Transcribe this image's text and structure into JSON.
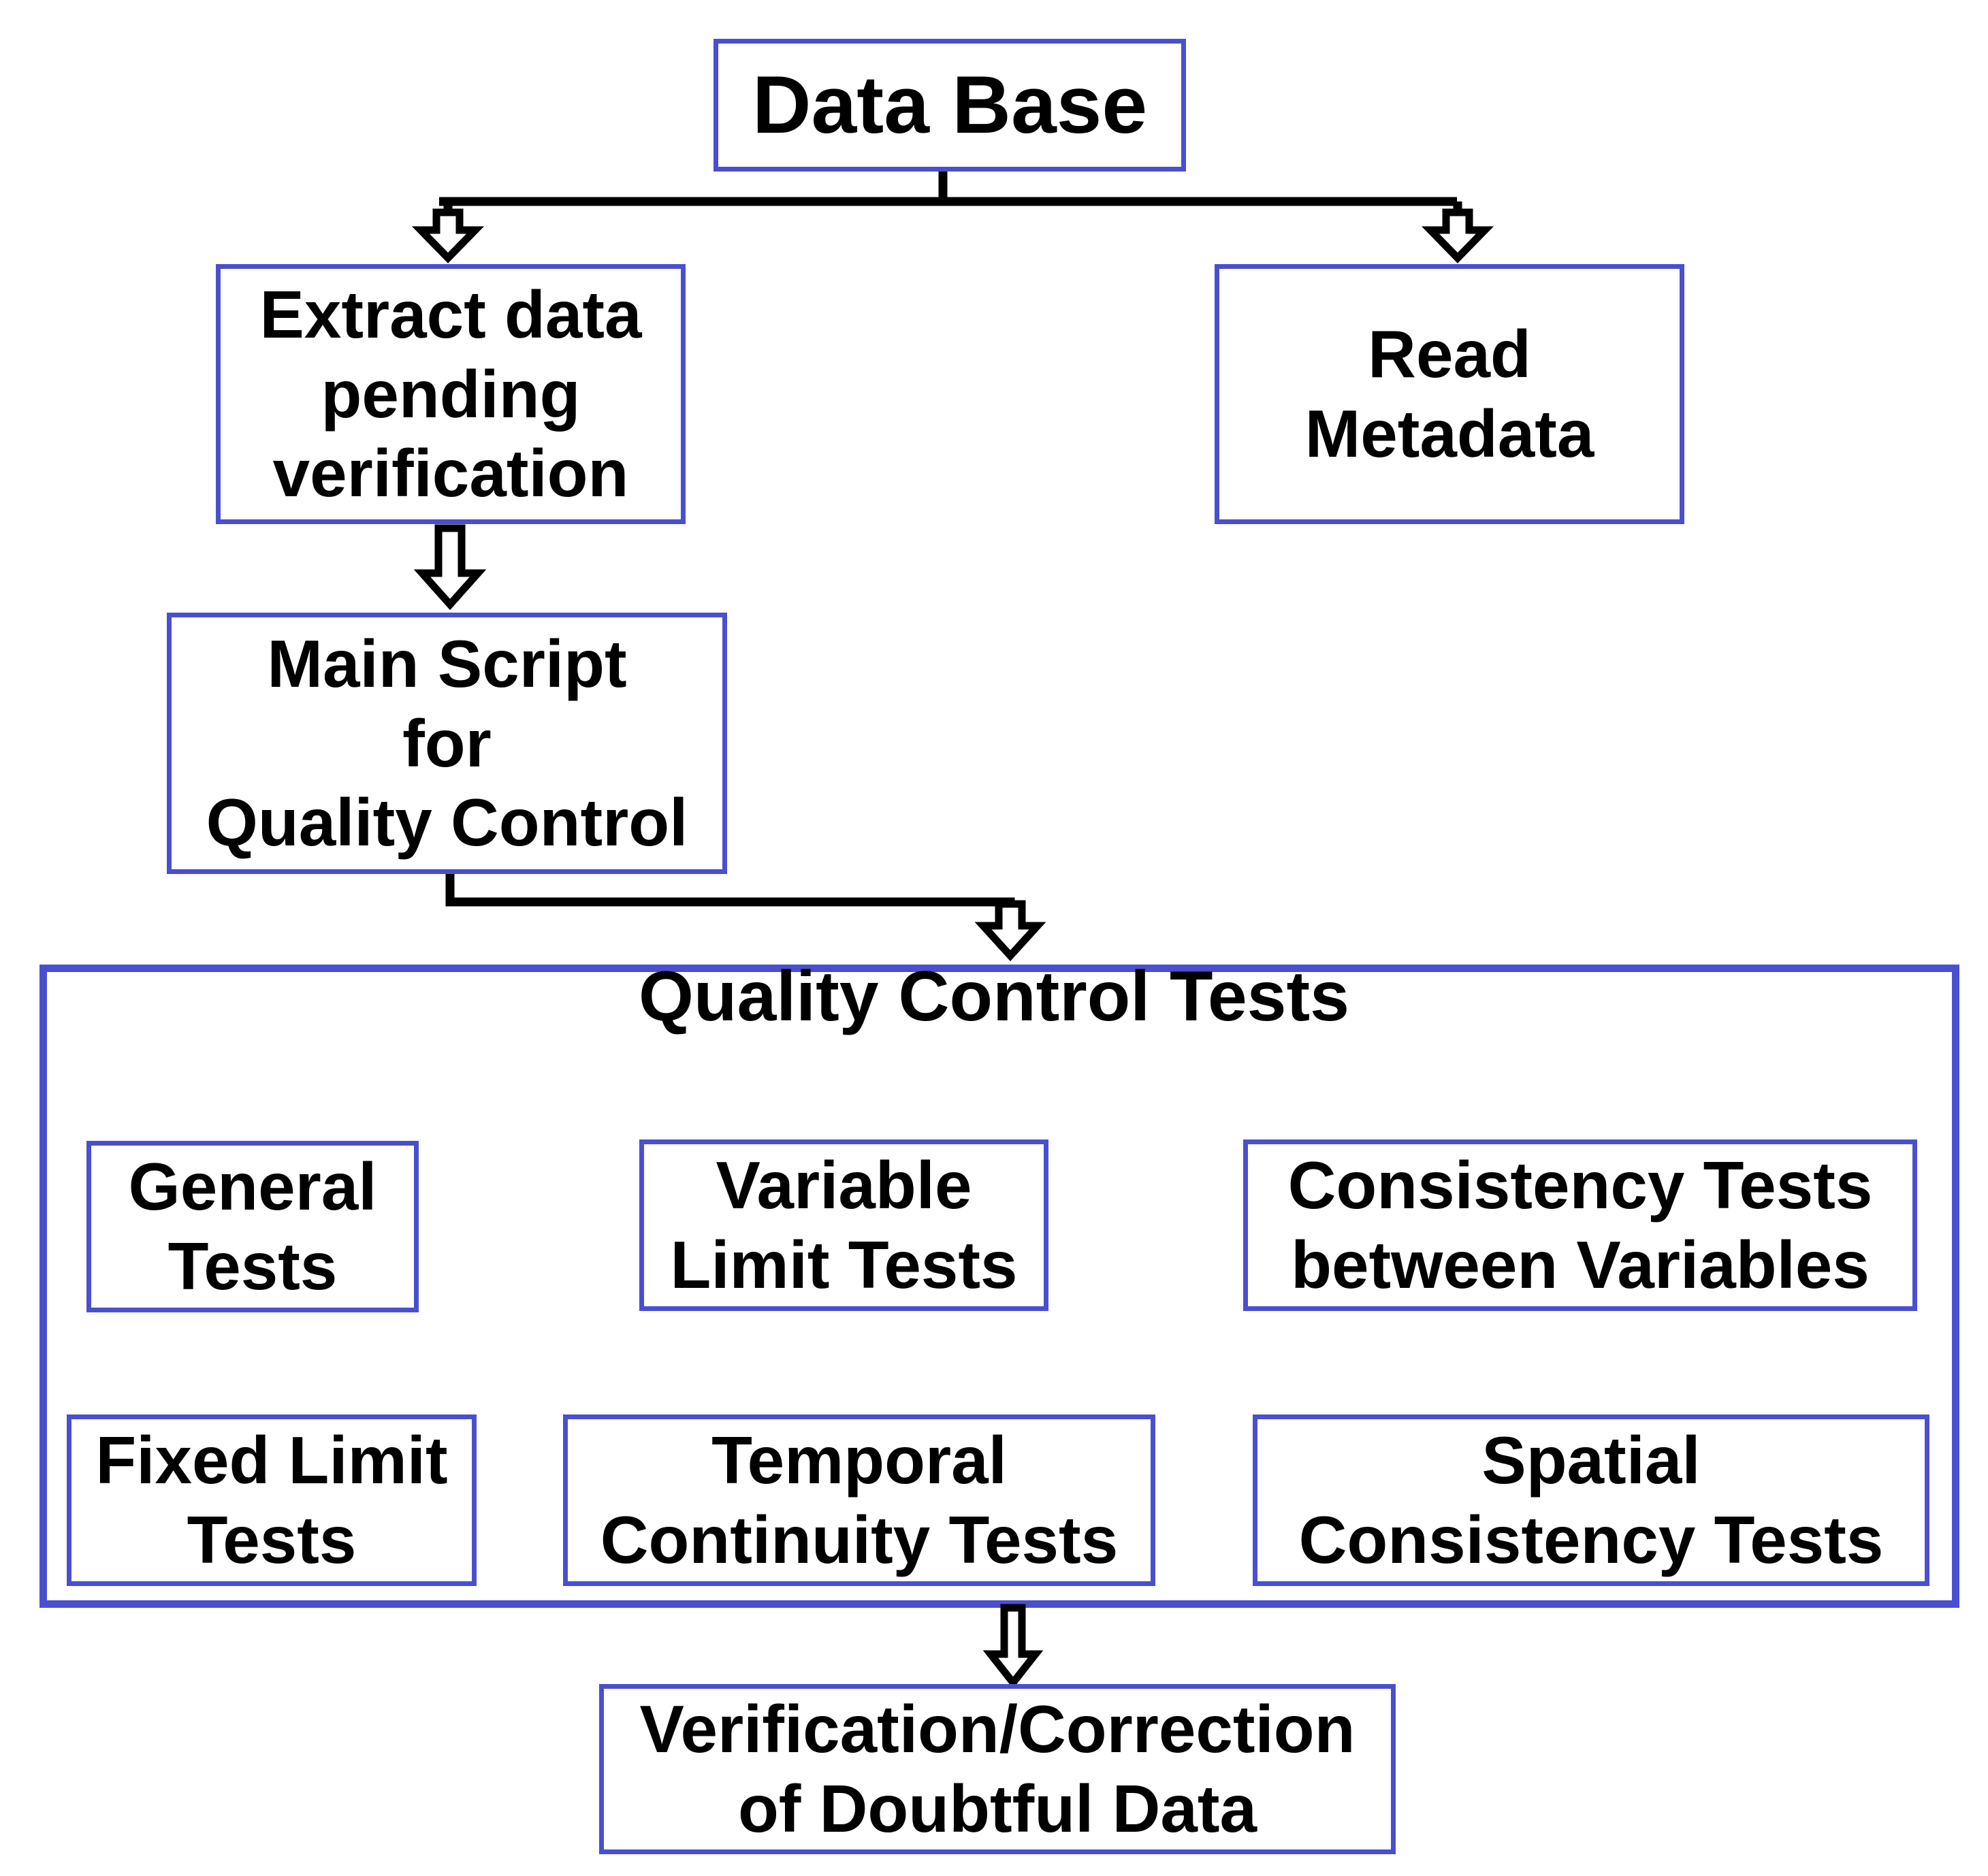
{
  "colors": {
    "box_border": "#4a4fd0",
    "connector": "#000000",
    "text": "#000000",
    "background": "#ffffff"
  },
  "nodes": {
    "data_base": "Data Base",
    "extract_data": "Extract data\npending\nverification",
    "read_metadata": "Read\nMetadata",
    "main_script": "Main Script\nfor\nQuality Control",
    "qc_tests_title": "Quality Control Tests",
    "general_tests": "General\nTests",
    "variable_limit_tests": "Variable\nLimit Tests",
    "consistency_tests": "Consistency Tests\nbetween Variables",
    "fixed_limit_tests": "Fixed Limit\nTests",
    "temporal_continuity_tests": "Temporal\nContinuity Tests",
    "spatial_consistency_tests": "Spatial\nConsistency Tests",
    "verification_correction": "Verification/Correction\nof Doubtful Data"
  },
  "edges": [
    {
      "from": "data_base",
      "to": "extract_data"
    },
    {
      "from": "data_base",
      "to": "read_metadata"
    },
    {
      "from": "extract_data",
      "to": "main_script"
    },
    {
      "from": "main_script",
      "to": "qc_tests_title"
    },
    {
      "from": "qc_tests_title",
      "to": "verification_correction"
    }
  ]
}
